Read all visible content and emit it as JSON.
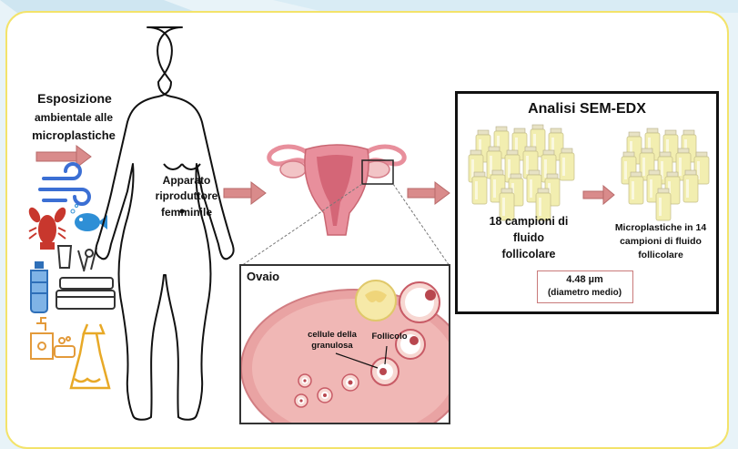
{
  "exposure": {
    "line1": "Esposizione",
    "line2": "ambientale alle",
    "line3": "microplastiche"
  },
  "repro": {
    "line1": "Apparato",
    "line2": "riproduttore",
    "line3": "femminile"
  },
  "sem": {
    "title": "Analisi SEM-EDX"
  },
  "samples": {
    "line1": "18 campioni di",
    "line2": "fluido",
    "line3": "follicolare"
  },
  "micro": {
    "line1": "Microplastiche in 14",
    "line2": "campioni di fluido",
    "line3": "follicolare"
  },
  "result": {
    "value": "4.48 µm",
    "note": "(diametro medio)"
  },
  "ovary": {
    "title": "Ovaio",
    "granulosa1": "cellule della",
    "granulosa2": "granulosa",
    "follicle": "Follicolo"
  },
  "colors": {
    "arrow": "#d98b8b",
    "frame": "#f3e36a",
    "uterus": "#e88f9c",
    "ovary": "#e9a3a3",
    "vial": "#f2eeb0"
  }
}
